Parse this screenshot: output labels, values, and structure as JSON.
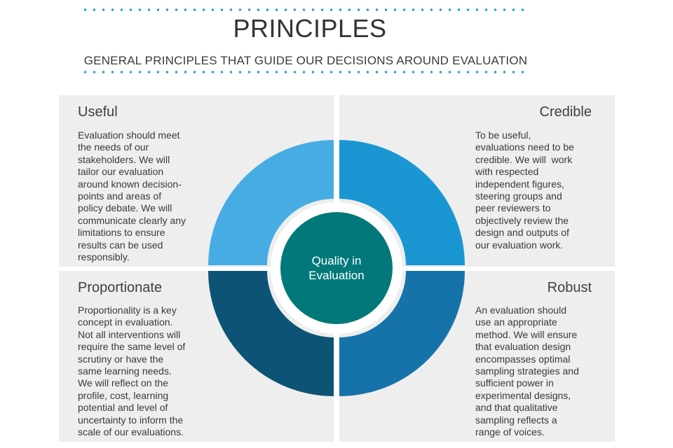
{
  "header": {
    "title": "PRINCIPLES",
    "subtitle": "GENERAL PRINCIPLES THAT GUIDE OUR DECISIONS AROUND EVALUATION"
  },
  "center": {
    "line1": "Quality in",
    "line2": "Evaluation"
  },
  "principles": [
    {
      "heading": "Useful",
      "lines": [
        "Evaluation should meet",
        "the needs of our",
        "stakeholders. We will",
        "tailor our evaluation",
        "around known decision-",
        "points and areas of",
        "policy debate. We will",
        "communicate clearly any",
        "limitations to ensure",
        "results can be used",
        "responsibly."
      ]
    },
    {
      "heading": "Credible",
      "lines": [
        "To be useful,",
        "evaluations need to be",
        "credible. We will  work",
        "with respected",
        "independent figures,",
        "steering groups and",
        "peer reviewers to",
        "objectively review the",
        "design and outputs of",
        "our evaluation work."
      ]
    },
    {
      "heading": "Proportionate",
      "lines": [
        "Proportionality is a key",
        "concept in evaluation.",
        "Not all interventions will",
        "require the same level of",
        "scrutiny or have the",
        "same learning needs.",
        "We will reflect on the",
        "profile, cost, learning",
        "potential and level of",
        "uncertainty to inform the",
        "scale of our evaluations."
      ]
    },
    {
      "heading": "Robust",
      "lines": [
        "An evaluation should",
        "use an appropriate",
        "method. We will ensure",
        "that evaluation design",
        "encompasses optimal",
        "sampling strategies and",
        "sufficient power in",
        "experimental designs,",
        "and that qualitative",
        "sampling reflects a",
        "range of voices."
      ]
    }
  ],
  "colors": {
    "top_left": "#47ace3",
    "top_right": "#1a97d3",
    "bottom_left": "#0d5376",
    "bottom_right": "#1673a9",
    "center": "#02787a",
    "panel": "#eeeeee",
    "dots": "#1a9ad6"
  }
}
